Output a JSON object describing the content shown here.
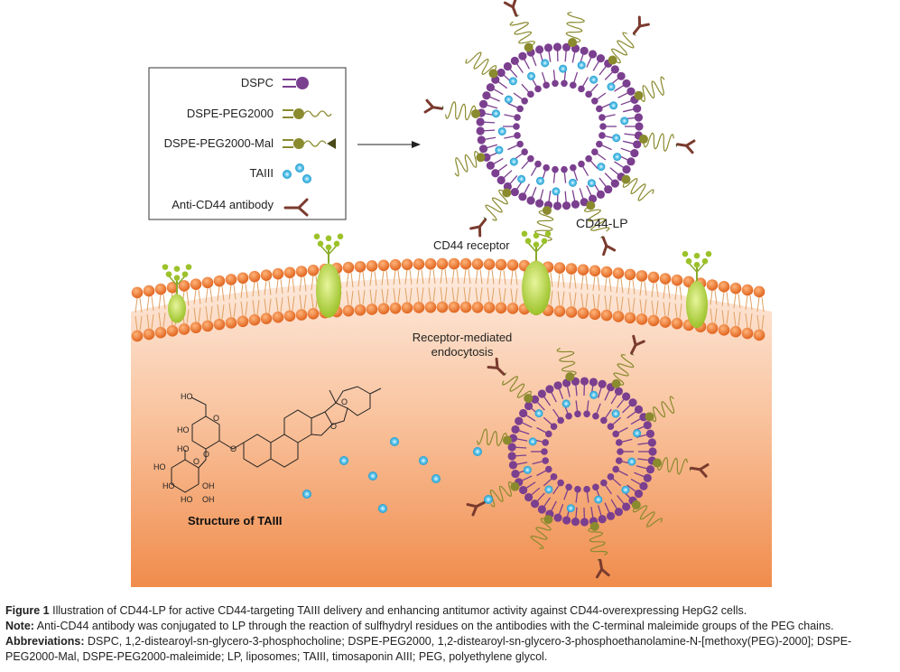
{
  "legend": {
    "items": [
      {
        "label": "DSPC",
        "icon": "dspc-lipid-icon"
      },
      {
        "label": "DSPE-PEG2000",
        "icon": "peg-lipid-icon"
      },
      {
        "label": "DSPE-PEG2000-Mal",
        "icon": "peg-mal-lipid-icon"
      },
      {
        "label": "TAIII",
        "icon": "taiii-drug-icon"
      },
      {
        "label": "Anti-CD44 antibody",
        "icon": "antibody-icon"
      }
    ]
  },
  "labels": {
    "liposome": "CD44-LP",
    "receptor": "CD44 receptor",
    "endocytosis_line1": "Receptor-mediated",
    "endocytosis_line2": "endocytosis",
    "structure_title": "Structure of TAIII"
  },
  "structure_labels": [
    "HO",
    "HO",
    "HO",
    "HO",
    "HO",
    "HO",
    "OH",
    "OH",
    "O",
    "O",
    "O",
    "O",
    "O",
    "O"
  ],
  "colors": {
    "dspc": "#7b3f8f",
    "peg": "#8a8a2e",
    "drug": "#2aa6d6",
    "antibody": "#7a3b2e",
    "membrane_bead": "#f08030",
    "receptor": "#b8d43a",
    "cell_top": "#fde6d6",
    "cell_bottom": "#f39a5a"
  },
  "caption": {
    "figure_label": "Figure 1",
    "figure_text": " Illustration of CD44-LP for active CD44-targeting TAIII delivery and enhancing antitumor activity against CD44-overexpressing HepG2 cells.",
    "note_label": "Note:",
    "note_text": " Anti-CD44 antibody was conjugated to LP through the reaction of sulfhydryl residues on the antibodies with the C-terminal maleimide groups of the PEG chains.",
    "abbrev_label": "Abbreviations:",
    "abbrev_text": " DSPC, 1,2-distearoyl-sn-glycero-3-phosphocholine; DSPE-PEG2000, 1,2-distearoyl-sn-glycero-3-phosphoethanolamine-N-[methoxy(PEG)-2000]; DSPE-PEG2000-Mal, DSPE-PEG2000-maleimide; LP, liposomes; TAIII, timosaponin AIII; PEG, polyethylene glycol."
  }
}
